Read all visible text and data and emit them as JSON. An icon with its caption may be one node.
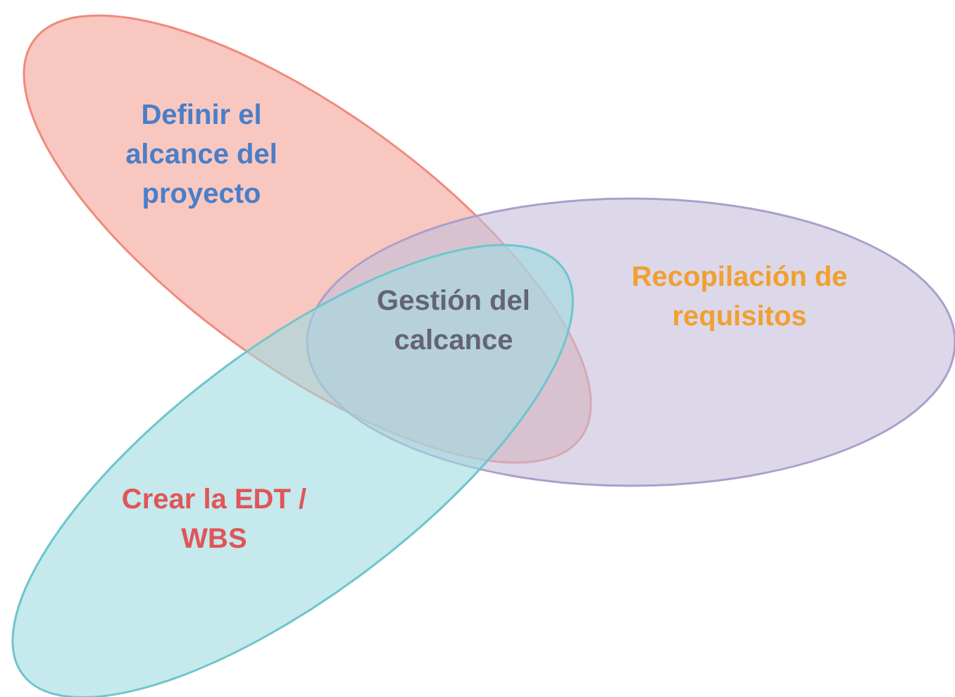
{
  "diagram": {
    "nodes": [
      {
        "text": [
          "Definir el alcance del proyecto"
        ]
      },
      {
        "text": [
          "Recopilación de requisitos"
        ]
      },
      {
        "text": [
          "Crear la EDT / WBS"
        ]
      }
    ],
    "edges": [],
    "labels": [
      "Gestión del calcance"
    ]
  }
}
